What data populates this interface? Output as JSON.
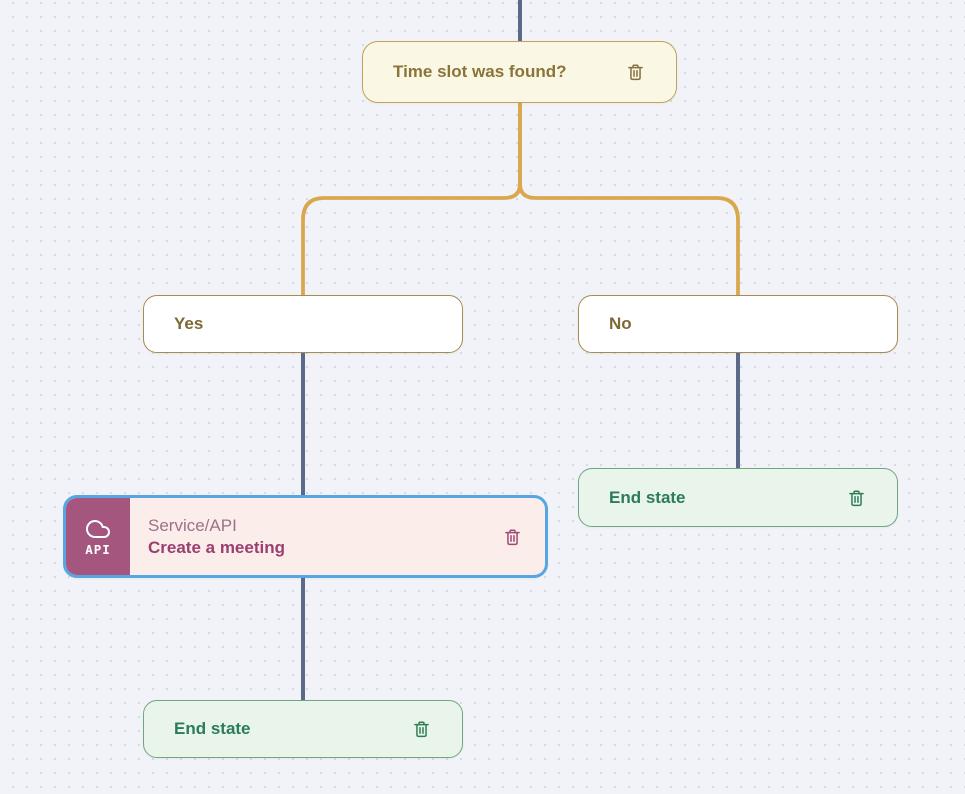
{
  "canvas": {
    "description": "flow builder canvas with dot grid",
    "background": "#F1F3F8",
    "dot_color": "#D7DAE1"
  },
  "colors": {
    "branch_edge": "#D9A84E",
    "flow_edge": "#5B6A87",
    "condition_bg": "#FBF7E5",
    "condition_border": "#C5A25B",
    "condition_text": "#8A7439",
    "branch_bg": "#FFFFFF",
    "branch_border": "#A68C4F",
    "branch_text": "#7D6936",
    "end_bg": "#E9F4EB",
    "end_border": "#72A681",
    "end_text": "#2C7C57",
    "selected_border": "#58A5E4",
    "service_bg": "#FBEDEA",
    "service_icon_bg": "#A4567F",
    "service_type_text": "#9C7189",
    "service_title_text": "#9A3F6F"
  },
  "nodes": {
    "condition": {
      "label": "Time slot was found?"
    },
    "branch_yes": {
      "label": "Yes"
    },
    "branch_no": {
      "label": "No"
    },
    "service": {
      "type_label": "Service/API",
      "title": "Create a meeting",
      "icon": "cloud-api-icon",
      "icon_text": "API",
      "selected": true
    },
    "end_after_service": {
      "label": "End state"
    },
    "end_after_no": {
      "label": "End state"
    }
  }
}
